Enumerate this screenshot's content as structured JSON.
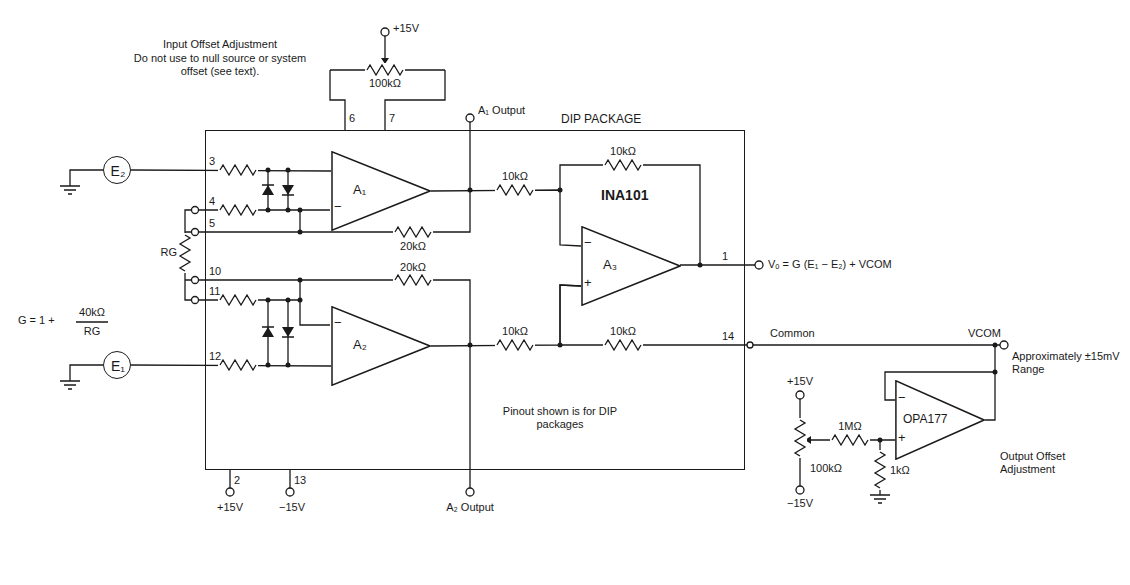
{
  "diagram": {
    "nodes": [
      {
        "text": [
          "E₂"
        ]
      },
      {
        "text": [
          "DIP PACKAGE",
          "INA101"
        ]
      },
      {
        "text": [
          "A₁"
        ],
        "in": 1
      },
      {
        "text": [
          "A₃"
        ],
        "in": 1
      },
      {
        "text": [
          "A₂"
        ],
        "in": 1
      },
      {
        "text": [
          "E₁"
        ]
      },
      {
        "text": [
          "OPA177"
        ]
      }
    ],
    "edges": [
      {
        "from": 0,
        "to": 2,
        "arrow": "none"
      },
      {
        "from": 5,
        "to": 4,
        "arrow": "none"
      },
      {
        "from": 2,
        "to": 3,
        "arrow": "none"
      },
      {
        "from": 4,
        "to": 3,
        "arrow": "none"
      },
      {
        "from": 6,
        "to": 3,
        "arrow": "none"
      }
    ],
    "labels": [
      "Input Offset Adjustment",
      "Do not use to null source or system offset (see text).",
      "+15V",
      "100kΩ",
      "6",
      "7",
      "A₁ Output",
      "3",
      "4",
      "5",
      "10",
      "11",
      "12",
      "RG",
      "G = 1 +",
      "40kΩ",
      "RG",
      "20kΩ",
      "20kΩ",
      "10kΩ",
      "10kΩ",
      "10kΩ",
      "10kΩ",
      "1",
      "Vₒ = G (E₁ − E₂) + VCOM",
      "14",
      "Common",
      "VCOM",
      "Approximately ±15mV Range",
      "+15V",
      "−15V",
      "100kΩ",
      "1MΩ",
      "1kΩ",
      "Output Offset Adjustment",
      "Pinout shown is for DIP packages",
      "2",
      "13",
      "+15V",
      "−15V",
      "A₂ Output",
      "−",
      "−",
      "−",
      "+",
      "−",
      "+"
    ]
  }
}
